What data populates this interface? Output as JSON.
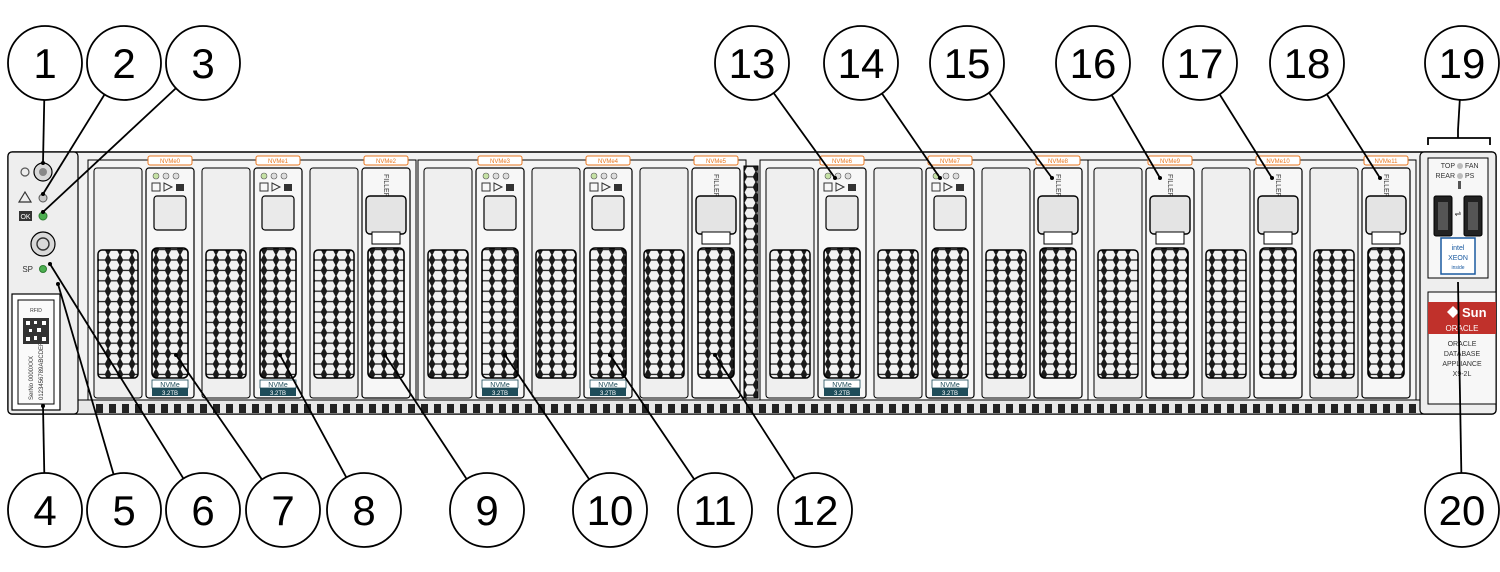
{
  "callouts": [
    "1",
    "2",
    "3",
    "4",
    "5",
    "6",
    "7",
    "8",
    "9",
    "10",
    "11",
    "12",
    "13",
    "14",
    "15",
    "16",
    "17",
    "18",
    "19",
    "20"
  ],
  "slots": [
    {
      "label": "NVMe0",
      "type": "drive",
      "badge": "NVMe",
      "capacity": "3.2TB"
    },
    {
      "label": "NVMe1",
      "type": "drive",
      "badge": "NVMe",
      "capacity": "3.2TB"
    },
    {
      "label": "NVMe2",
      "type": "filler",
      "filler_text": "FILLER"
    },
    {
      "label": "NVMe3",
      "type": "drive",
      "badge": "NVMe",
      "capacity": "3.2TB"
    },
    {
      "label": "NVMe4",
      "type": "drive",
      "badge": "NVMe",
      "capacity": "3.2TB"
    },
    {
      "label": "NVMe5",
      "type": "filler",
      "filler_text": "FILLER"
    },
    {
      "label": "NVMe6",
      "type": "drive",
      "badge": "NVMe",
      "capacity": "3.2TB"
    },
    {
      "label": "NVMe7",
      "type": "drive",
      "badge": "NVMe",
      "capacity": "3.2TB"
    },
    {
      "label": "NVMe8",
      "type": "filler",
      "filler_text": "FILLER"
    },
    {
      "label": "NVMe9",
      "type": "filler",
      "filler_text": "FILLER"
    },
    {
      "label": "NVMe10",
      "type": "filler",
      "filler_text": "FILLER"
    },
    {
      "label": "NVMe11",
      "type": "filler",
      "filler_text": "FILLER"
    }
  ],
  "left_panel": {
    "ok_label": "OK",
    "sp_label": "SP",
    "tag_line1": "SerNo 0000XXX",
    "tag_line2": "0123456789ABCDEF",
    "tag_small": "RFID"
  },
  "right_panel": {
    "top_label": "TOP",
    "fan_label": "FAN",
    "rear_label": "REAR",
    "ps_label": "PS",
    "intel_label": "intel",
    "xeon_label": "XEON",
    "inside_label": "inside",
    "sun_label": "Sun",
    "oracle_label": "ORACLE",
    "product_line1": "ORACLE",
    "product_line2": "DATABASE",
    "product_line3": "APPLIANCE",
    "product_line4": "X9-2L"
  },
  "colors": {
    "slot_label": "#e8761e",
    "badge": "#1f4d5a",
    "oracle_red": "#c0312b",
    "led_green": "#4caf50",
    "chassis": "#f2f2f2",
    "outline": "#000000"
  }
}
